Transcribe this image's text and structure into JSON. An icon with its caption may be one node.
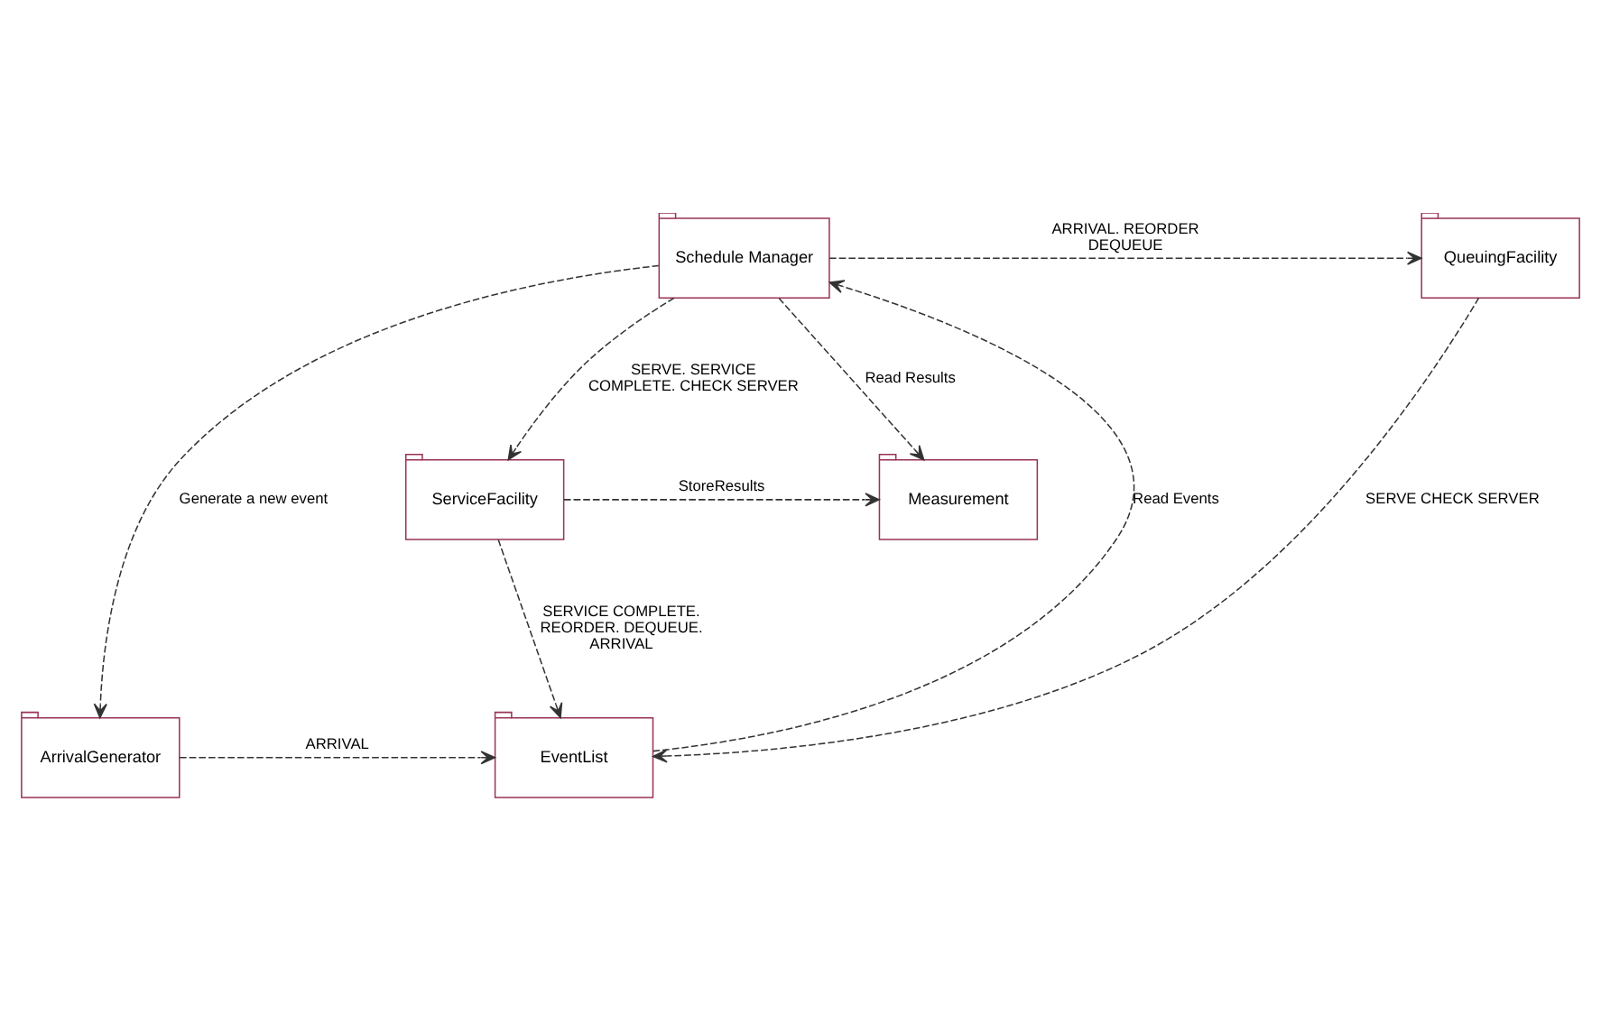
{
  "diagram": {
    "nodes": [
      {
        "text": [
          "Measurement"
        ]
      },
      {
        "text": [
          "ServiceFacility"
        ]
      },
      {
        "text": [
          "Schedule Manager"
        ]
      },
      {
        "text": [
          "QueuingFacility"
        ]
      },
      {
        "text": [
          "ArrivalGenerator"
        ]
      },
      {
        "text": [
          "EventList"
        ]
      }
    ],
    "edges": [
      {
        "from": 1,
        "to": 0,
        "arrow": "to",
        "label": "StoreResults",
        "style": "dashed"
      },
      {
        "from": 2,
        "to": 0,
        "arrow": "to",
        "label": "Read Results",
        "style": "dashed"
      },
      {
        "from": 2,
        "to": 1,
        "arrow": "to",
        "label": "SERVE. SERVICE COMPLETE. CHECK SERVER",
        "style": "dashed"
      },
      {
        "from": 2,
        "to": 3,
        "arrow": "to",
        "label": "ARRIVAL. REORDER DEQUEUE",
        "style": "dashed"
      },
      {
        "from": 2,
        "to": 4,
        "arrow": "to",
        "label": "Generate a new event",
        "style": "dashed"
      },
      {
        "from": 5,
        "to": 2,
        "arrow": "to",
        "label": "Read Events",
        "style": "dashed"
      },
      {
        "from": 4,
        "to": 5,
        "arrow": "to",
        "label": "ARRIVAL",
        "style": "dashed"
      },
      {
        "from": 3,
        "to": 5,
        "arrow": "to",
        "label": "SERVE CHECK SERVER",
        "style": "dashed"
      },
      {
        "from": 1,
        "to": 5,
        "arrow": "to",
        "label": "SERVICE COMPLETE. REORDER. DEQUEUE. ARRIVAL",
        "style": "dashed"
      }
    ]
  }
}
